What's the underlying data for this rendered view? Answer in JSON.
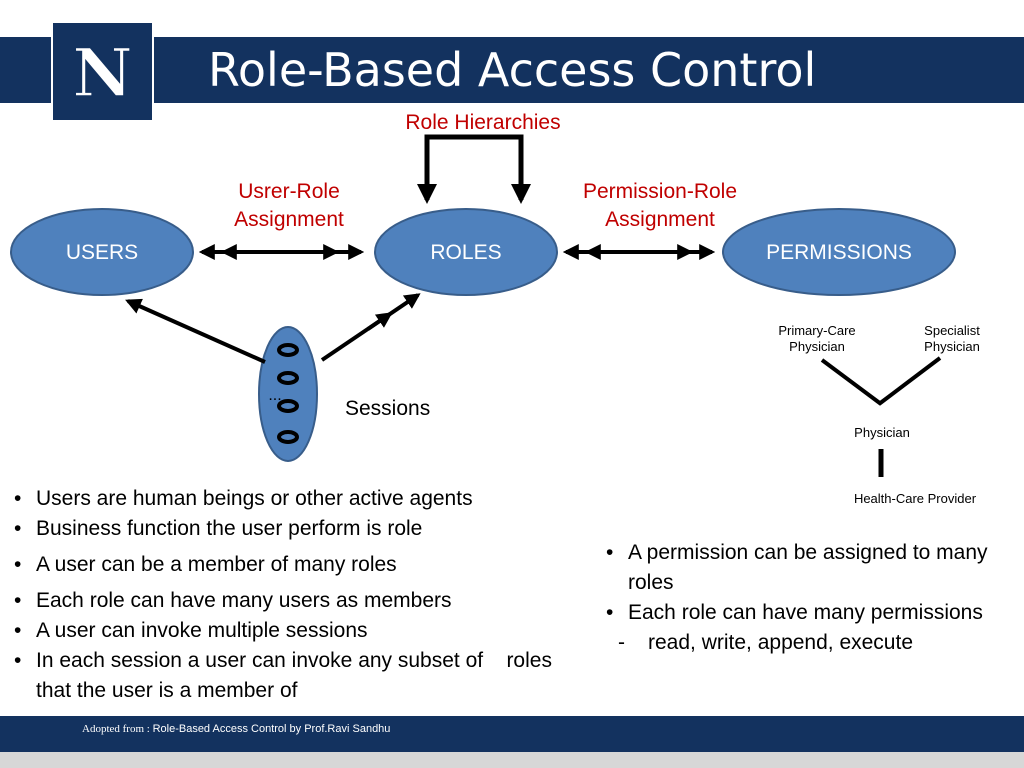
{
  "slide": {
    "title": "Role-Based Access Control",
    "logo_letter": "N"
  },
  "diagram": {
    "role_hierarchies_label": "Role Hierarchies",
    "user_role_label_line1": "Usrer-Role",
    "user_role_label_line2": "Assignment",
    "permission_role_label_line1": "Permission-Role",
    "permission_role_label_line2": "Assignment",
    "users_label": "USERS",
    "roles_label": "ROLES",
    "permissions_label": "PERMISSIONS",
    "sessions_label": "Sessions",
    "sessions_ellipsis": "...",
    "hierarchy": {
      "primary_care_line1": "Primary-Care",
      "primary_care_line2": "Physician",
      "specialist_line1": "Specialist",
      "specialist_line2": "Physician",
      "physician": "Physician",
      "health_care_provider": "Health-Care Provider"
    }
  },
  "left_bullets": [
    "Users are human beings or other active agents",
    "Business function the user perform is role",
    "A user can be a member of many roles",
    "Each role can have many users as members",
    "A user can invoke multiple sessions",
    "In each session a user can invoke any subset of    roles that the user is a member of"
  ],
  "right_bullets": [
    "A permission can be assigned to many roles",
    "Each role can have many permissions"
  ],
  "right_sub_dash": "-",
  "right_sub_bullet": "read, write, append, execute",
  "footer": {
    "prefix": "Adopted from : ",
    "source": "Role-Based Access Control by Prof.Ravi Sandhu"
  },
  "colors": {
    "navy": "#13325f",
    "ellipse_fill": "#4f81bd",
    "ellipse_stroke": "#385d8a",
    "red_label": "#c00000"
  }
}
